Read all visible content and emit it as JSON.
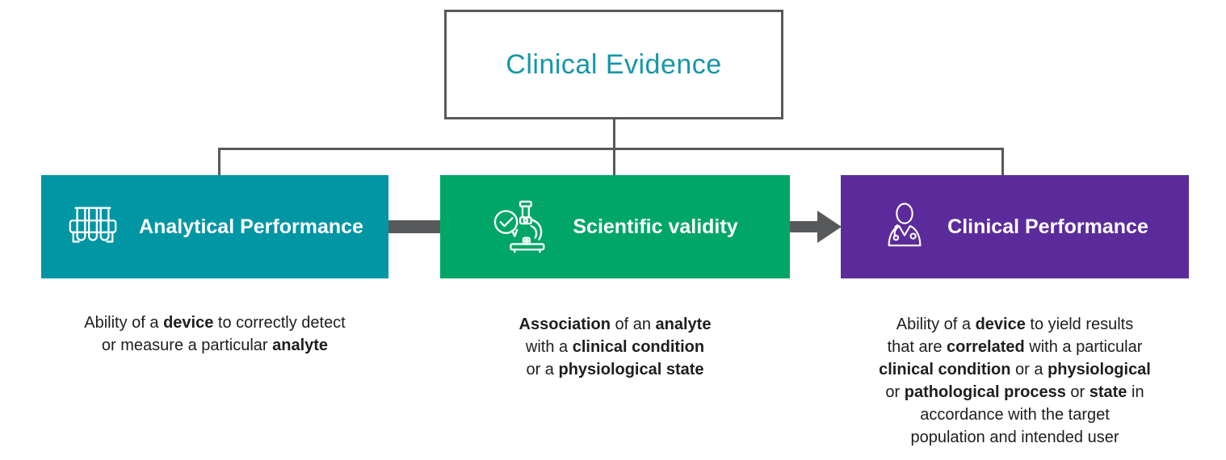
{
  "diagram": {
    "title": "Clinical Evidence",
    "colors": {
      "title_text": "#1697A6",
      "connector": "#58595B",
      "body_text": "#1E1E1E",
      "teal": "#0096A4",
      "green": "#00A667",
      "purple": "#5C2B9B"
    },
    "boxes": [
      {
        "label": "Analytical Performance",
        "color": "#0096A4",
        "icon": "test-tubes-icon",
        "description": [
          {
            "t": "Ability of a "
          },
          {
            "t": "device",
            "b": true
          },
          {
            "t": " to correctly detect\nor measure a particular "
          },
          {
            "t": "analyte",
            "b": true
          }
        ]
      },
      {
        "label": "Scientific validity",
        "color": "#00A667",
        "icon": "microscope-check-icon",
        "description": [
          {
            "t": "Association",
            "b": true
          },
          {
            "t": " of an "
          },
          {
            "t": "analyte",
            "b": true
          },
          {
            "t": "\nwith a "
          },
          {
            "t": "clinical condition",
            "b": true
          },
          {
            "t": "\nor a "
          },
          {
            "t": "physiological state",
            "b": true
          }
        ]
      },
      {
        "label": "Clinical Performance",
        "color": "#5C2B9B",
        "icon": "doctor-icon",
        "description": [
          {
            "t": "Ability of a "
          },
          {
            "t": "device",
            "b": true
          },
          {
            "t": " to yield results\nthat are "
          },
          {
            "t": "correlated",
            "b": true
          },
          {
            "t": " with a particular\n"
          },
          {
            "t": "clinical condition",
            "b": true
          },
          {
            "t": " or a "
          },
          {
            "t": "physiological",
            "b": true
          },
          {
            "t": "\nor "
          },
          {
            "t": "pathological process",
            "b": true
          },
          {
            "t": " or "
          },
          {
            "t": "state",
            "b": true
          },
          {
            "t": " in\naccordance with the target\npopulation and intended user"
          }
        ]
      }
    ]
  }
}
